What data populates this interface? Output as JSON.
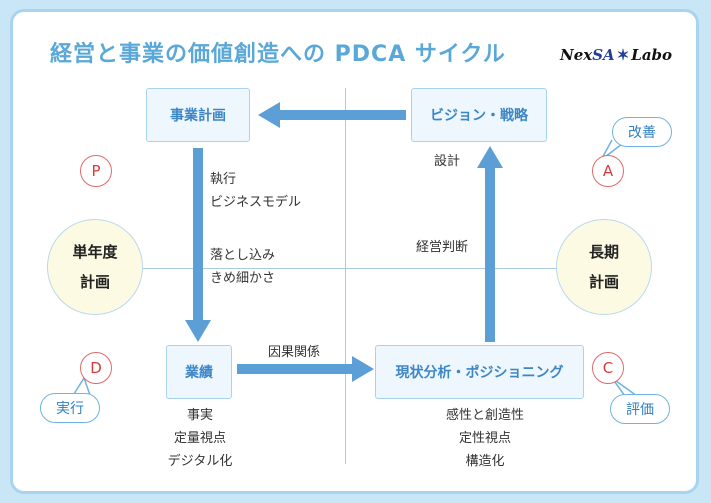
{
  "title": "経営と事業の価値創造への PDCA サイクル",
  "logo": {
    "part1": "Nex",
    "part2": "SA",
    "star": "✶",
    "part3": "Labo"
  },
  "boxes": {
    "plan": "事業計画",
    "vision": "ビジョン・戦略",
    "results": "業績",
    "analysis": "現状分析・ポジショニング"
  },
  "circles": {
    "single_year": {
      "line1": "単年度",
      "line2": "計画"
    },
    "long_term": {
      "line1": "長期",
      "line2": "計画"
    }
  },
  "letters": {
    "p": "P",
    "a": "A",
    "d": "D",
    "c": "C"
  },
  "bubbles": {
    "improve": "改善",
    "execute": "実行",
    "evaluate": "評価"
  },
  "labels": {
    "design": "設計",
    "management_judgment": "経営判断",
    "execution": [
      "執行",
      "ビジネスモデル"
    ],
    "breakdown": [
      "落とし込み",
      "きめ細かさ"
    ],
    "causality": "因果関係",
    "results_notes": [
      "事実",
      "定量視点",
      "デジタル化"
    ],
    "analysis_notes": [
      "感性と創造性",
      "定性視点",
      "構造化"
    ]
  },
  "colors": {
    "title": "#5aa8d8",
    "arrow": "#5c9fd6",
    "box_fill": "#eef7fd",
    "circle_fill": "#fdfae4",
    "letter": "#d63c3c",
    "frame": "#a8d4f0"
  }
}
